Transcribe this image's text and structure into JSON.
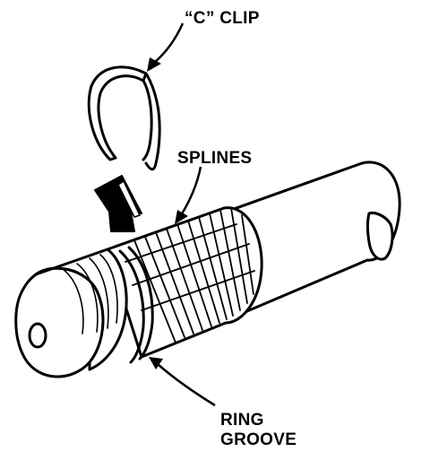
{
  "figure": {
    "labels": {
      "c_clip": "“C” CLIP",
      "splines": "SPLINES",
      "ring_groove_line1": "RING",
      "ring_groove_line2": "GROOVE"
    },
    "ink_color": "#000000",
    "paper_color": "#ffffff"
  }
}
